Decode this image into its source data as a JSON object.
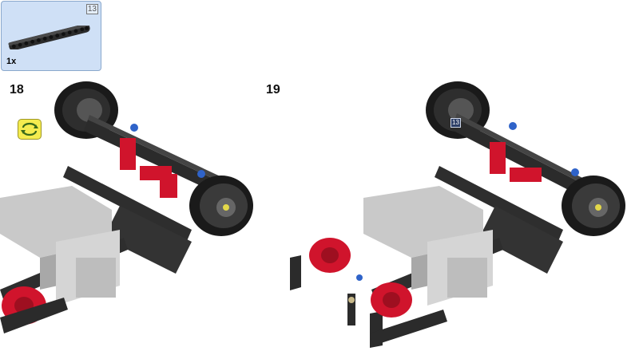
{
  "parts_callout": {
    "quantity": "1x",
    "beam_length": "13",
    "part_icon": "black-technic-beam-13"
  },
  "steps": [
    {
      "number": "18",
      "icons": [
        "rotate-model-icon"
      ]
    },
    {
      "number": "19",
      "highlight_label": "13"
    }
  ],
  "colors": {
    "callout_background": "#cfe0f6",
    "rotate_icon_background": "#f5ec4f",
    "beam_black": "#2b2b2b",
    "accent_red": "#d0142c",
    "motor_gray": "#c9c9c9",
    "axle_blue": "#2f63c9"
  }
}
